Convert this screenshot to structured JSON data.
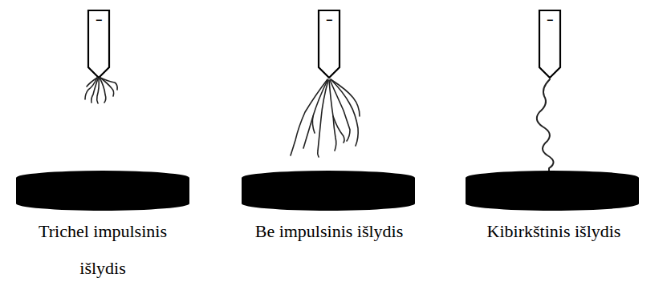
{
  "diagram": {
    "labels": [
      "−",
      "−",
      "−",
      "Trichel impulsinis išlydis",
      "Be impulsinis išlydis",
      "Kibirkštinis išlydis"
    ]
  }
}
